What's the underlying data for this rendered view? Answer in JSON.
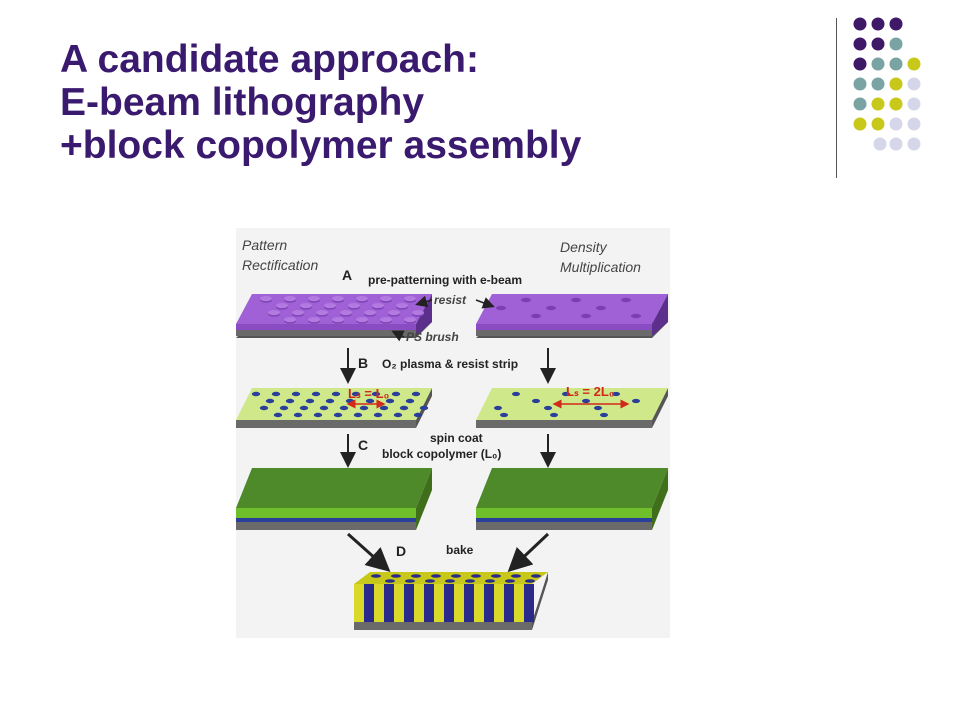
{
  "slide": {
    "title_lines": [
      "A candidate approach:",
      "E-beam lithography",
      "+block copolymer assembly"
    ],
    "accent_colors": {
      "purple": "#3f1867",
      "teal": "#7aa3a3",
      "olive": "#c8c81a",
      "lavender": "#d6d6ea"
    }
  },
  "figure": {
    "left_column_title": [
      "Pattern",
      "Rectification"
    ],
    "right_column_title": [
      "Density",
      "Multiplication"
    ],
    "steps": [
      {
        "letter": "A",
        "text": "pre-patterning with e-beam"
      },
      {
        "letter": "B",
        "text": "O₂ plasma & resist strip"
      },
      {
        "letter": "C",
        "text": "spin coat",
        "text2": "block copolymer (L₀)"
      },
      {
        "letter": "D",
        "text": "bake"
      }
    ],
    "labels": {
      "resist": "resist",
      "ps_brush": "PS brush",
      "ls_equal_l0": "Lₛ = L₀",
      "ls_equal_2l0": "Lₛ = 2L₀"
    },
    "colors": {
      "resist": "#8a4cc2",
      "resist_top": "#a060d6",
      "chem_pattern": "#cfe88a",
      "chem_dots": "#2a3f9a",
      "bcp_film": "#4f8a2a",
      "bcp_top": "#5e9a34",
      "substrate": "#6a6a6a",
      "cylinder_yellow": "#d9d92a",
      "cylinder_blue": "#2a2a8a",
      "label_red": "#d12a1a"
    }
  }
}
